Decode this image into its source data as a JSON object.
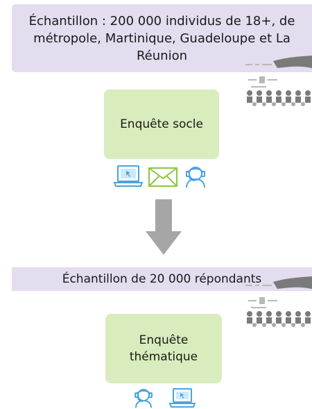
{
  "top_banner": {
    "text": "Échantillon : 200 000 individus de 18+, de métropole, Martinique, Guadeloupe et La Réunion"
  },
  "box_1": {
    "text": "Enquête socle"
  },
  "mid_banner": {
    "text": "Échantillon de 20 000 répondants"
  },
  "box_2": {
    "line1": "Enquête",
    "line2": "thématique"
  },
  "icons_1": [
    "laptop-icon",
    "envelope-icon",
    "headset-operator-icon"
  ],
  "icons_2": [
    "headset-operator-icon",
    "laptop-icon"
  ],
  "colors": {
    "banner": "#e4dcef",
    "box": "#d9ecbd",
    "icon": "#4aa3df",
    "envelope": "#8cc63f",
    "arrow": "#a6a6a6"
  }
}
